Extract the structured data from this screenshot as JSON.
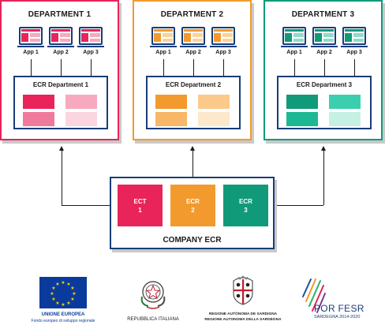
{
  "colors": {
    "dept1": "#e8245a",
    "dept2": "#f29a2e",
    "dept3": "#119a7a",
    "navy": "#173d7a",
    "eu_blue": "#0a3b9c",
    "eu_star": "#f6d100"
  },
  "departments": [
    {
      "title": "DEPARTMENT 1",
      "apps": [
        "App 1",
        "App 2",
        "App 3"
      ],
      "ecr_label": "ECR Department 1"
    },
    {
      "title": "DEPARTMENT 2",
      "apps": [
        "App 1",
        "App 2",
        "App 3"
      ],
      "ecr_label": "ECR Department 2"
    },
    {
      "title": "DEPARTMENT 3",
      "apps": [
        "App 1",
        "App 2",
        "App 3"
      ],
      "ecr_label": "ECR Department 3"
    }
  ],
  "company": {
    "title": "COMPANY ECR",
    "blocks": [
      {
        "line1": "ECT",
        "line2": "1"
      },
      {
        "line1": "ECR",
        "line2": "2"
      },
      {
        "line1": "ECR",
        "line2": "3"
      }
    ]
  },
  "logos": {
    "eu": {
      "line1": "UNIONE EUROPEA",
      "line2": "Fondo europeo di sviluppo regionale",
      "icon": "eu-flag-icon"
    },
    "italy": {
      "text": "REPUBBLICA ITALIANA",
      "icon": "italian-emblem-icon"
    },
    "sardegna": {
      "line1": "REGIONE AUTÒNOMA DE SARDIGNA",
      "line2": "REGIONE AUTONOMA DELLA SARDEGNA",
      "icon": "sardinia-crest-icon"
    },
    "por": {
      "line1": "POR FESR",
      "line2": "SARDEGNA 2014-2020",
      "icon": "por-fesr-stripes-icon"
    }
  }
}
